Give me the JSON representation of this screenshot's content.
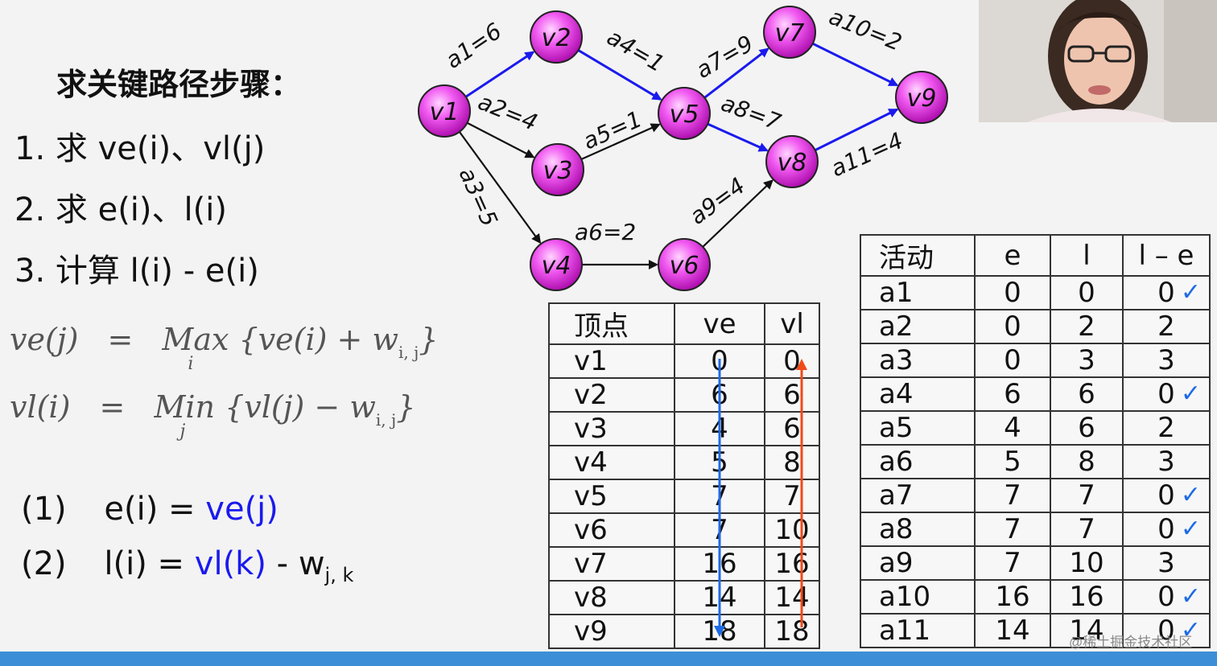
{
  "title": "求关键路径步骤：",
  "steps": [
    "1.  求 ve(i)、vl(j)",
    "2.  求 e(i)、l(i)",
    "3.  计算 l(i) - e(i)"
  ],
  "formulas": {
    "ve": {
      "lhs": "ve(j)",
      "eq": "=",
      "op": "Max",
      "under": "i",
      "body": "{ve(i) + w",
      "sub": "i, j",
      "close": "}"
    },
    "vl": {
      "lhs": "vl(i)",
      "eq": "=",
      "op": "Min",
      "under": "j",
      "body": "{vl(j) − w",
      "sub": "i, j",
      "close": "}"
    }
  },
  "rules": {
    "r1": {
      "num": "(1)",
      "lhs": "e(i) = ",
      "rhs": "ve(j)"
    },
    "r2": {
      "num": "(2)",
      "lhs": "l(i) = ",
      "rhs": "vl(k)",
      "tail": " - w",
      "sub": "j, k"
    }
  },
  "graph": {
    "nodes": [
      "v1",
      "v2",
      "v3",
      "v4",
      "v5",
      "v6",
      "v7",
      "v8",
      "v9"
    ],
    "edges": [
      "a1=6",
      "a2=4",
      "a3=5",
      "a4=1",
      "a5=1",
      "a6=2",
      "a7=9",
      "a8=7",
      "a9=4",
      "a10=2",
      "a11=4"
    ],
    "critical_color": "#1a1aee",
    "normal_color": "#111111"
  },
  "vertex_table": {
    "headers": [
      "顶点",
      "ve",
      "vl"
    ],
    "rows": [
      [
        "v1",
        "0",
        "0"
      ],
      [
        "v2",
        "6",
        "6"
      ],
      [
        "v3",
        "4",
        "6"
      ],
      [
        "v4",
        "5",
        "8"
      ],
      [
        "v5",
        "7",
        "7"
      ],
      [
        "v6",
        "7",
        "10"
      ],
      [
        "v7",
        "16",
        "16"
      ],
      [
        "v8",
        "14",
        "14"
      ],
      [
        "v9",
        "18",
        "18"
      ]
    ]
  },
  "activity_table": {
    "headers": [
      "活动",
      "e",
      "l",
      "l – e"
    ],
    "rows": [
      [
        "a1",
        "0",
        "0",
        "0"
      ],
      [
        "a2",
        "0",
        "2",
        "2"
      ],
      [
        "a3",
        "0",
        "3",
        "3"
      ],
      [
        "a4",
        "6",
        "6",
        "0"
      ],
      [
        "a5",
        "4",
        "6",
        "2"
      ],
      [
        "a6",
        "5",
        "8",
        "3"
      ],
      [
        "a7",
        "7",
        "7",
        "0"
      ],
      [
        "a8",
        "7",
        "7",
        "0"
      ],
      [
        "a9",
        "7",
        "10",
        "3"
      ],
      [
        "a10",
        "16",
        "16",
        "0"
      ],
      [
        "a11",
        "14",
        "14",
        "0"
      ]
    ],
    "check_mark": "✓"
  },
  "watermark": "@稀土掘金技术社区"
}
